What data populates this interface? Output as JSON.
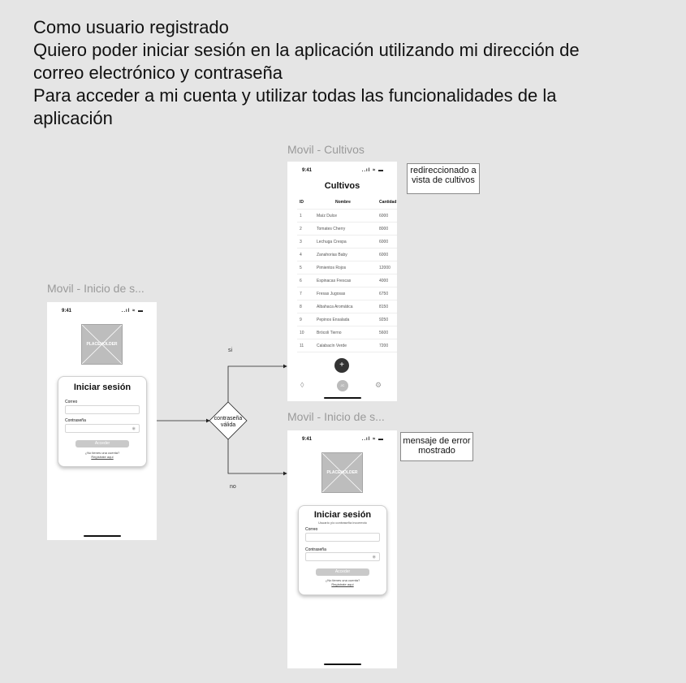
{
  "story": {
    "line1": "Como usuario registrado",
    "line2": "Quiero poder iniciar sesión en la aplicación utilizando mi dirección de",
    "line3": "correo electrónico y contraseña",
    "line4": "Para acceder a mi cuenta y utilizar todas las funcionalidades de la",
    "line5": "aplicación"
  },
  "frames": {
    "login_label": "Movil - Inicio de s...",
    "cultivos_label": "Movil - Cultivos",
    "error_label": "Movil - Inicio de s..."
  },
  "status_bar": {
    "time": "9:41",
    "icons": "..ıl ≈ ▬"
  },
  "login": {
    "placeholder": "PLACEHOLDER",
    "title": "Iniciar sesión",
    "email_label": "Correo",
    "password_label": "Contraseña",
    "submit": "Acceder",
    "no_account": "¿No tienes una cuenta?",
    "register": "Regístrate aquí"
  },
  "error_login": {
    "placeholder": "PLACEHOLDER",
    "title": "Iniciar sesión",
    "error_message": "Usuario y/o contraseña incorrecto",
    "email_label": "Correo",
    "password_label": "Contraseña",
    "submit": "Acceder",
    "no_account": "¿No tienes una cuenta?",
    "register": "Regístrate aquí"
  },
  "cultivos": {
    "title": "Cultivos",
    "columns": [
      "ID",
      "Nombre",
      "Cantidad"
    ],
    "rows": [
      [
        "1",
        "Maíz Dulce",
        "6000"
      ],
      [
        "2",
        "Tomates Cherry",
        "8000"
      ],
      [
        "3",
        "Lechuga Crespa",
        "6000"
      ],
      [
        "4",
        "Zanahorias Baby",
        "6000"
      ],
      [
        "5",
        "Pimientos Rojos",
        "12000"
      ],
      [
        "6",
        "Espinacas Frescas",
        "4000"
      ],
      [
        "7",
        "Fresas Jugosas",
        "6750"
      ],
      [
        "8",
        "Albahaca Aromática",
        "8150"
      ],
      [
        "9",
        "Pepinos Ensalada",
        "9250"
      ],
      [
        "10",
        "Brócoli Tierno",
        "5600"
      ],
      [
        "11",
        "Calabacín Verde",
        "7200"
      ]
    ],
    "fab": "+",
    "tab_active": "JC"
  },
  "flow": {
    "decision": "contraseña válida",
    "yes": "si",
    "no": "no"
  },
  "notes": {
    "redirect": "redireccionado a vista de cultivos",
    "error": "mensaje de error mostrado"
  },
  "colors": {
    "canvas": "#e5e5e5",
    "placeholder": "#bdbdbd",
    "button_disabled": "#c9c9c9",
    "fab": "#333333"
  }
}
